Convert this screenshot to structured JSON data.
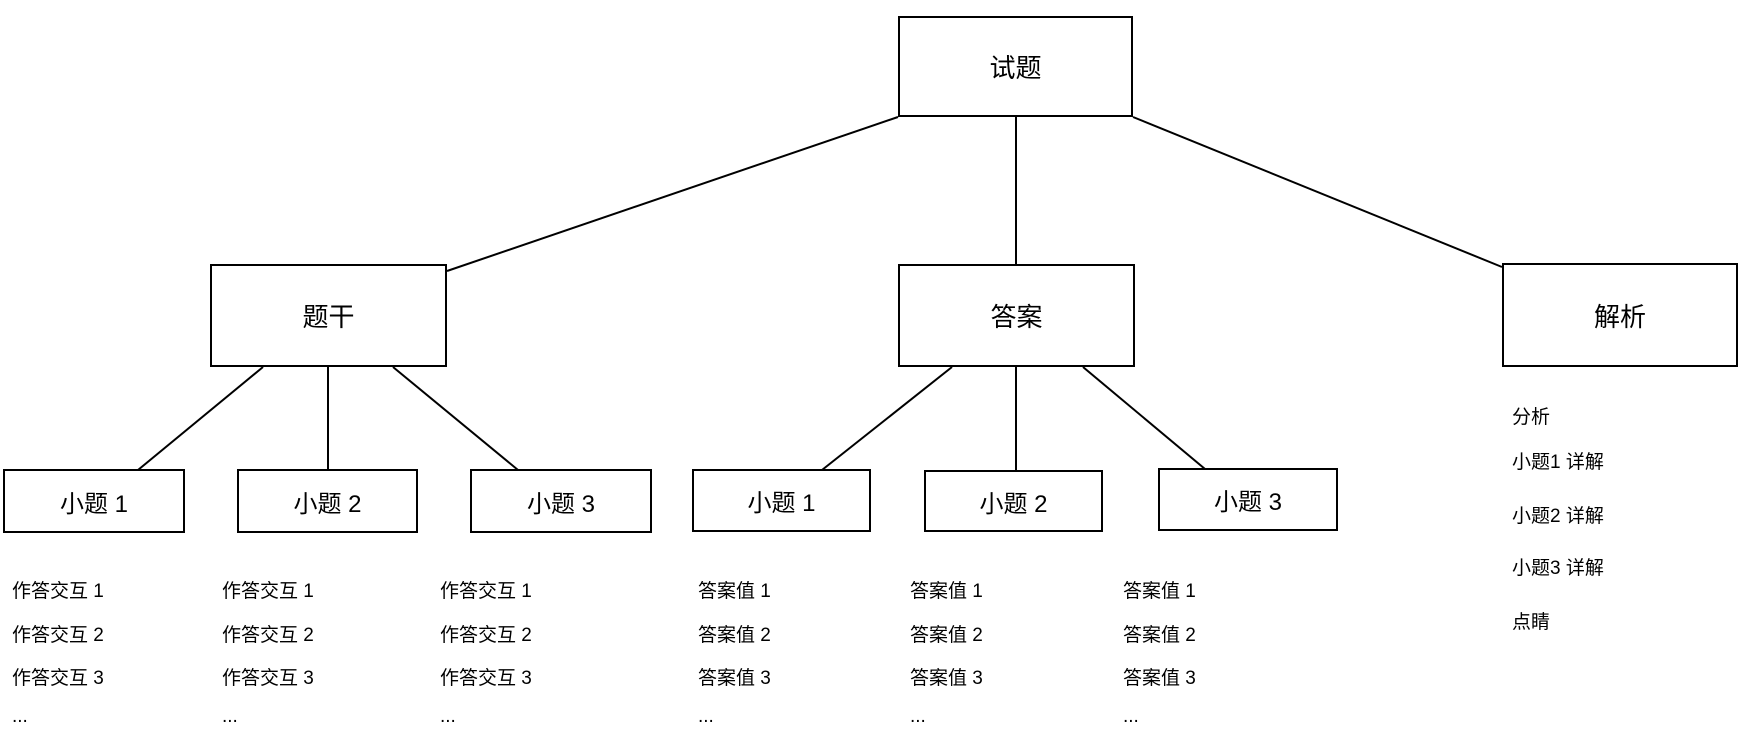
{
  "diagram": {
    "root": {
      "label": "试题"
    },
    "stem": {
      "label": "题干",
      "children": [
        {
          "label": "小题 1",
          "items": [
            "作答交互 1",
            "作答交互 2",
            "作答交互 3",
            "..."
          ]
        },
        {
          "label": "小题 2",
          "items": [
            "作答交互 1",
            "作答交互 2",
            "作答交互 3",
            "..."
          ]
        },
        {
          "label": "小题 3",
          "items": [
            "作答交互 1",
            "作答交互 2",
            "作答交互 3",
            "..."
          ]
        }
      ]
    },
    "answer": {
      "label": "答案",
      "children": [
        {
          "label": "小题 1",
          "items": [
            "答案值 1",
            "答案值 2",
            "答案值 3",
            "..."
          ]
        },
        {
          "label": "小题 2",
          "items": [
            "答案值 1",
            "答案值 2",
            "答案值 3",
            "..."
          ]
        },
        {
          "label": "小题 3",
          "items": [
            "答案值 1",
            "答案值 2",
            "答案值 3",
            "..."
          ]
        }
      ]
    },
    "analysis": {
      "label": "解析",
      "items": [
        "分析",
        "小题1 详解",
        "小题2 详解",
        "小题3 详解",
        "点睛"
      ]
    },
    "colors": {
      "line": "#000000",
      "box_border": "#000000",
      "box_background": "#ffffff",
      "text": "#000000",
      "background": "#ffffff"
    }
  }
}
